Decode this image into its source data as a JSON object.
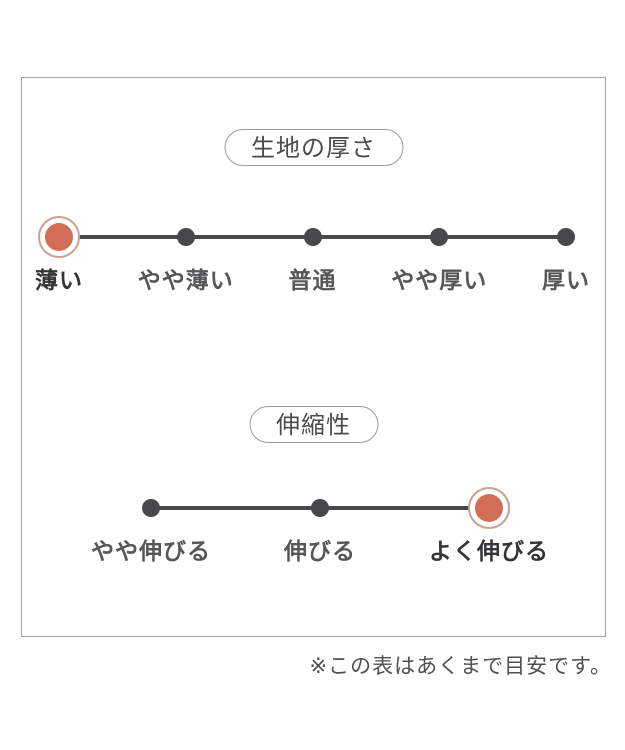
{
  "scales": [
    {
      "title": "生地の厚さ",
      "items": [
        {
          "label": "薄い",
          "selected": true
        },
        {
          "label": "やや薄い",
          "selected": false
        },
        {
          "label": "普通",
          "selected": false
        },
        {
          "label": "やや厚い",
          "selected": false
        },
        {
          "label": "厚い",
          "selected": false
        }
      ]
    },
    {
      "title": "伸縮性",
      "items": [
        {
          "label": "やや伸びる",
          "selected": false
        },
        {
          "label": "伸びる",
          "selected": false
        },
        {
          "label": "よく伸びる",
          "selected": true
        }
      ]
    }
  ],
  "note": "※この表はあくまで目安です。",
  "colors": {
    "accent": "#d26e57",
    "accent_ring": "#cda093",
    "line": "#48484a",
    "label": "#57575a",
    "label_selected": "#353537",
    "frame_border": "#a4a4a4",
    "pill_border": "#9c9c9c"
  }
}
